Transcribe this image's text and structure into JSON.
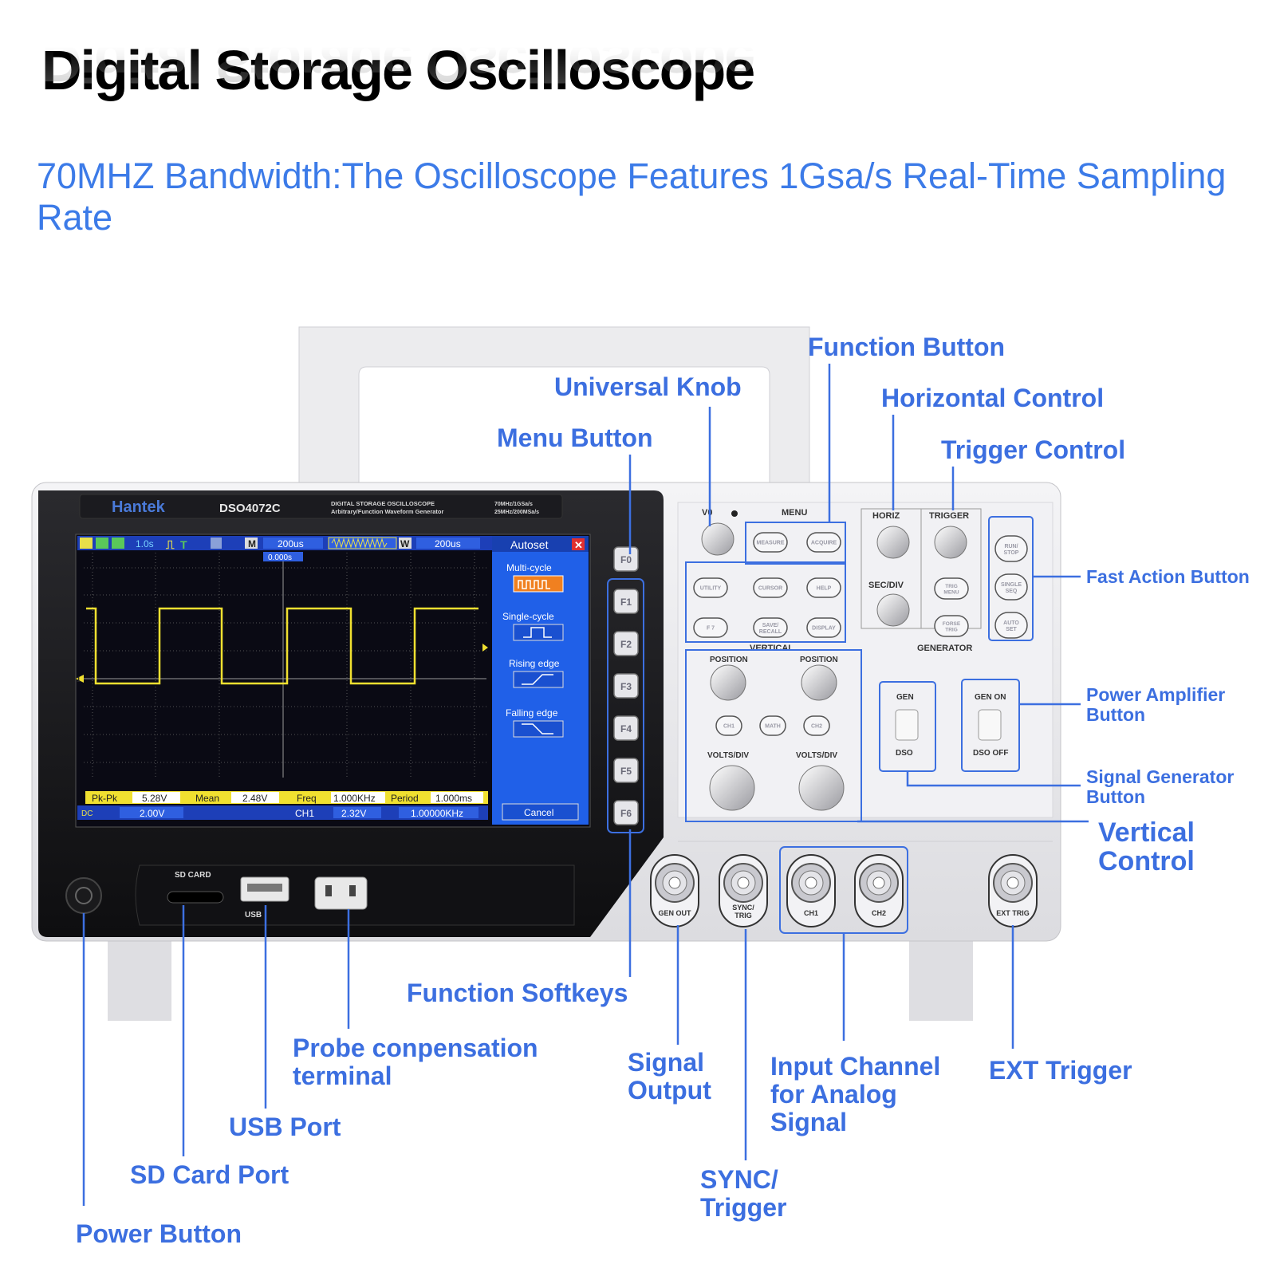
{
  "heading": {
    "title": "Digital Storage Oscilloscope",
    "subtitle": "70MHZ Bandwidth:The Oscilloscope Features 1Gsa/s Real-Time Sampling Rate"
  },
  "device": {
    "brand": "Hantek",
    "model": "DSO4072C",
    "desc_line1": "DIGITAL STORAGE OSCILLOSCOPE",
    "desc_line2": "Arbitrary/Function Waveform Generator",
    "spec_line1": "70MHz/1GSa/s",
    "spec_line2": "25MHz/200MSa/s",
    "sd_label": "SD CARD",
    "usb_label": "USB",
    "menu_label": "MENU",
    "vertical_label": "VERTICAL",
    "generator_label": "GENERATOR",
    "horiz_label": "HORIZ",
    "trigger_label": "TRIGGER",
    "secdiv_label": "SEC/DIV",
    "v0_label": "V0",
    "position_label": "POSITION",
    "voltsdiv_label": "VOLTS/DIV",
    "gen_label": "GEN",
    "dso_label": "DSO",
    "gen_on_label": "GEN ON",
    "dso_off_label": "DSO OFF",
    "menu_buttons": [
      "MEASURE",
      "ACQUIRE",
      "UTILITY",
      "CURSOR",
      "HELP",
      "F 7",
      "SAVE/ RECALL",
      "DISPLAY"
    ],
    "fast_buttons": [
      "RUN/ STOP",
      "SINGLE SEQ",
      "AUTO SET"
    ],
    "trig_buttons": [
      "TRIG MENU",
      "FORSE TRIG"
    ],
    "vert_buttons": [
      "CH1",
      "MATH",
      "CH2"
    ],
    "softkeys": [
      "F0",
      "F1",
      "F2",
      "F3",
      "F4",
      "F5",
      "F6"
    ],
    "bnc": [
      "GEN OUT",
      "SYNC/ TRIG",
      "CH1",
      "CH2",
      "EXT TRIG"
    ]
  },
  "screen": {
    "timebase_top": "1.0s",
    "time_div": "200us",
    "time_div2": "200us",
    "offset": "0.000s",
    "menu_title": "Autoset",
    "menu_items": [
      "Multi-cycle",
      "Single-cycle",
      "Rising edge",
      "Falling edge"
    ],
    "cancel": "Cancel",
    "measures": [
      {
        "name": "Pk-Pk",
        "value": "5.28V"
      },
      {
        "name": "Mean",
        "value": "2.48V"
      },
      {
        "name": "Freq",
        "value": "1.000KHz"
      },
      {
        "name": "Period",
        "value": "1.000ms"
      }
    ],
    "ch_scale": "2.00V",
    "ch_label": "CH1",
    "trig_level": "2.32V",
    "trig_freq": "1.00000KHz",
    "ch_marker": "1"
  },
  "callouts": {
    "function_button": "Function Button",
    "universal_knob": "Universal Knob",
    "horizontal_control": "Horizontal Control",
    "menu_button": "Menu Button",
    "trigger_control": "Trigger Control",
    "fast_action_button": "Fast Action Button",
    "power_amp_button": "Power Amplifier Button",
    "signal_gen_button": "Signal Generator Button",
    "vertical_control": "Vertical Control",
    "function_softkeys": "Function Softkeys",
    "probe_terminal": "Probe conpensation terminal",
    "signal_output": "Signal Output",
    "input_channel": "Input Channel for Analog Signal",
    "ext_trigger": "EXT Trigger",
    "usb_port": "USB Port",
    "sync_trigger": "SYNC/ Trigger",
    "sd_card_port": "SD Card Port",
    "power_button": "Power Button"
  }
}
